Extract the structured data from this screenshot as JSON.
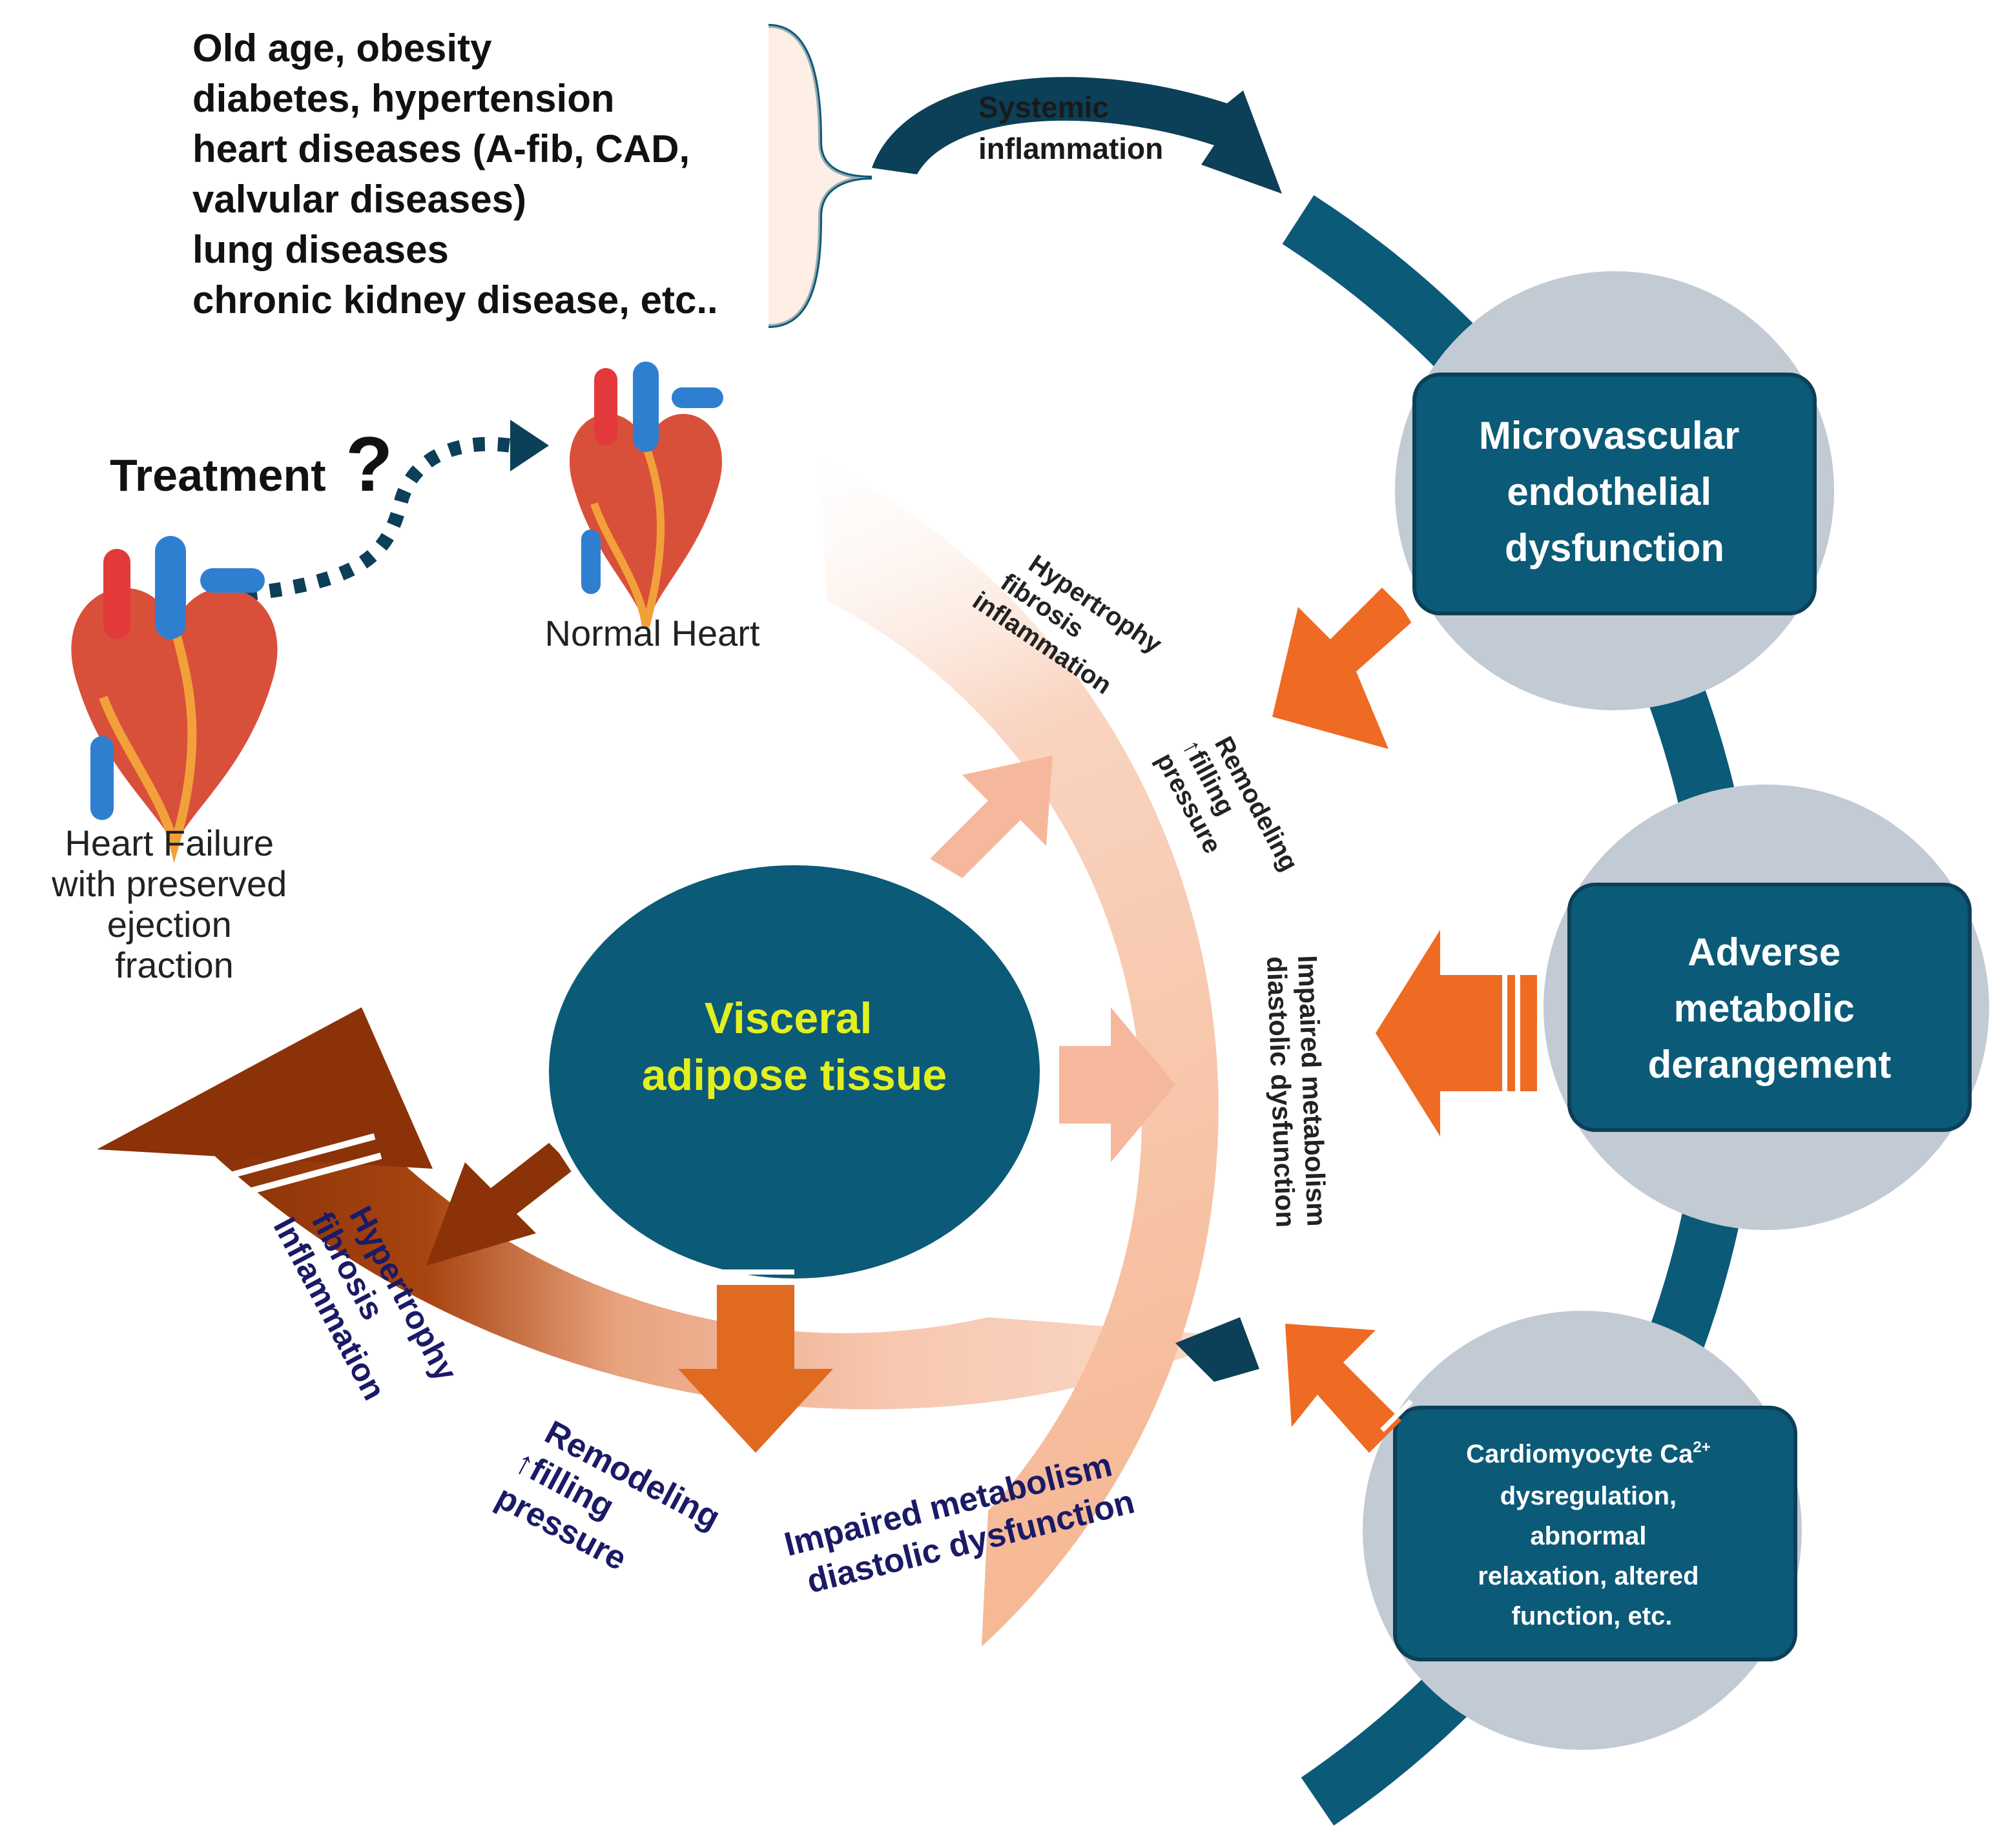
{
  "risk_factors": {
    "lines": [
      "Old age, obesity",
      "diabetes, hypertension",
      "heart diseases (A-fib, CAD,",
      "valvular diseases)",
      "lung diseases",
      "chronic kidney disease, etc.."
    ]
  },
  "systemic_inflammation": {
    "line1": "Systemic",
    "line2": "inflammation"
  },
  "treatment": {
    "label": "Treatment",
    "mark": "?"
  },
  "normal_heart": {
    "label": "Normal Heart"
  },
  "hfpef": {
    "lines": [
      "Heart Failure",
      "with preserved",
      "ejection",
      "fraction"
    ]
  },
  "mechanisms": {
    "microvascular": [
      "Microvascular",
      "endothelial",
      "dysfunction"
    ],
    "metabolic": [
      "Adverse",
      "metabolic",
      "derangement"
    ],
    "cardiomyocyte": {
      "line1_main": "Cardiomyocyte Ca",
      "line1_sup": "2+",
      "rest": [
        "dysregulation,",
        "abnormal",
        "relaxation, altered",
        "function, etc."
      ]
    }
  },
  "center": {
    "line1": "Visceral",
    "line2": "adipose tissue"
  },
  "inner_ring": {
    "hypertrophy": [
      "Hypertrophy",
      "fibrosis",
      "inflammation"
    ],
    "remodeling": [
      "Remodeling",
      "↑filling",
      "pressure"
    ],
    "impaired": [
      "Impaired metabolism",
      "diastolic dysfunction"
    ]
  },
  "outer_band": {
    "hypertrophy": [
      "Hypertrophy",
      "fibrosis",
      "Inflammation"
    ],
    "remodeling": [
      "Remodeling",
      "↑filling",
      "pressure"
    ],
    "impaired": [
      "Impaired metabolism",
      "diastolic dysfunction"
    ]
  },
  "colors": {
    "navy": "#0b5a78",
    "dark_navy": "#0c3f58",
    "circle_gray": "#c2cad3",
    "text_dark_blue": "#1a1a66",
    "yellow": "#e2f020",
    "brown": "#8c3208",
    "orange_arrow": "#f06b24",
    "peach": "#f6b89c"
  }
}
